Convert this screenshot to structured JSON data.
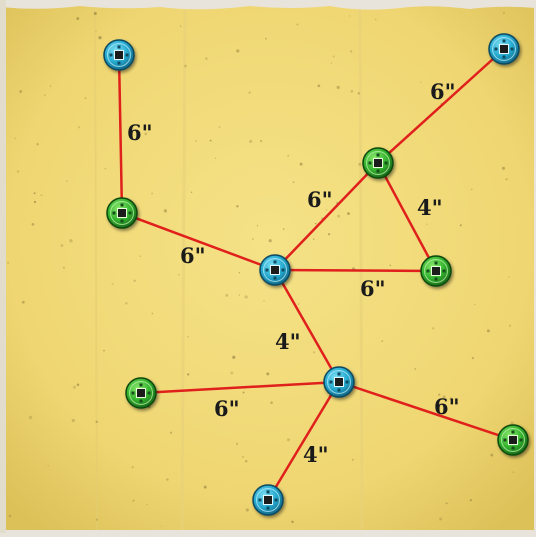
{
  "board": {
    "name": "range-map",
    "colors": {
      "parchment": "#f0d97a",
      "parchment_dark": "#d9bf55",
      "line": "#e0201c",
      "coin_blue": "#2fb6d8",
      "coin_green": "#3fbf3a",
      "text": "#1a1a1a"
    }
  },
  "connections": [
    {
      "label": "6\""
    },
    {
      "label": "6\""
    },
    {
      "label": "6\""
    },
    {
      "label": "4\""
    },
    {
      "label": "6\""
    },
    {
      "label": "6\""
    },
    {
      "label": "4\""
    },
    {
      "label": "6\""
    },
    {
      "label": "6\""
    },
    {
      "label": "4\""
    }
  ],
  "tokens": [
    {
      "color": "blue"
    },
    {
      "color": "blue"
    },
    {
      "color": "green"
    },
    {
      "color": "green"
    },
    {
      "color": "blue"
    },
    {
      "color": "green"
    },
    {
      "color": "blue"
    },
    {
      "color": "green"
    },
    {
      "color": "green"
    },
    {
      "color": "blue"
    }
  ]
}
